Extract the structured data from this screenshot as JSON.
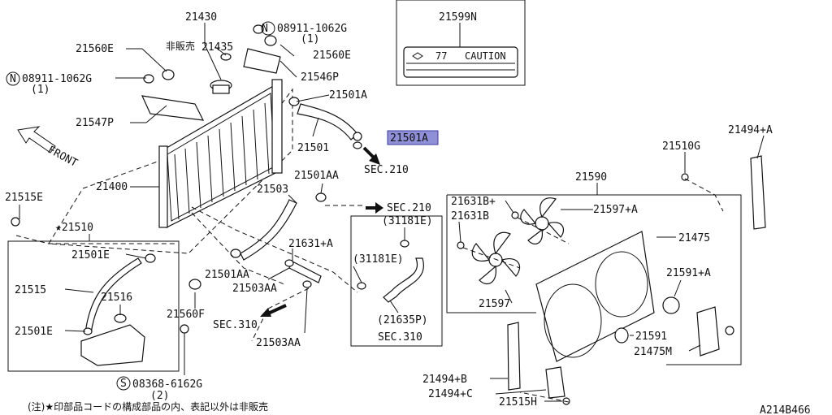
{
  "labels": {
    "p21430": "21430",
    "p21435": "21435",
    "not_sold": "非販売",
    "p08911_top": "08911-1062G",
    "p08911_top_qty": "(1)",
    "p21560E_l": "21560E",
    "p21560E_r": "21560E",
    "p08911_left": "08911-1062G",
    "p08911_left_qty": "(1)",
    "p21546P": "21546P",
    "p21501A_top": "21501A",
    "p21547P": "21547P",
    "p21501": "21501",
    "p21501A_hl": "21501A",
    "sec210_a": "SEC.210",
    "front": "FRONT",
    "p21400": "21400",
    "p21501AA_top": "21501AA",
    "p21503": "21503",
    "sec210_b": "SEC.210",
    "p21515E": "21515E",
    "p21510": "★21510",
    "p21501E_a": "21501E",
    "p21515": "21515",
    "p21516": "21516",
    "p21501E_b": "21501E",
    "p21501AA_mid": "21501AA",
    "p21503AA_a": "21503AA",
    "p21631A_mid": "21631+A",
    "p31181E_a": "(31181E)",
    "p31181E_b": "(31181E)",
    "p21635P": "(21635P)",
    "sec310_a": "SEC.310",
    "sec310_b": "SEC.310",
    "p21560F": "21560F",
    "p21503AA_b": "21503AA",
    "p08368": "08368-6162G",
    "p08368_qty": "(2)",
    "p21599N": "21599N",
    "caution_num": "77",
    "caution_text": "CAUTION",
    "p21494A": "21494+A",
    "p21510G": "21510G",
    "p21590": "21590",
    "p21631B": "21631B",
    "p21631B_plus": "21631B+",
    "p21597A": "21597+A",
    "p21475": "21475",
    "p21591A": "21591+A",
    "p21597": "21597",
    "p21591": "21591",
    "p21475M": "21475M",
    "p21494B": "21494+B",
    "p21494C": "21494+C",
    "p21515H": "21515H",
    "footnote": "(注)★印部品コードの構成部品の内、表記以外は非販売",
    "diagram_id": "A214B466",
    "n_mark": "N",
    "s_mark": "S"
  },
  "colors": {
    "highlight": "#8f90d8",
    "ink": "#111111"
  }
}
